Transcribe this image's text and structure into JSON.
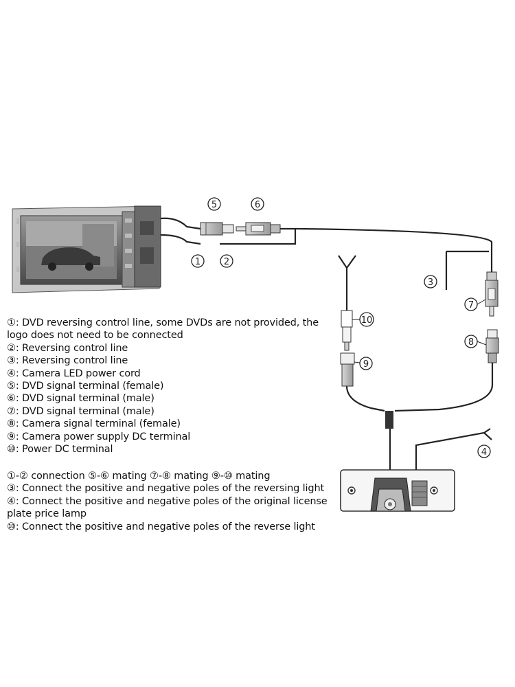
{
  "callouts": {
    "c1": "1",
    "c2": "2",
    "c3": "3",
    "c4": "4",
    "c5": "5",
    "c6": "6",
    "c7": "7",
    "c8": "8",
    "c9": "9",
    "c10": "10"
  },
  "legend": [
    "①: DVD reversing control line, some DVDs are not provided, the logo does not need to be connected",
    "②: Reversing control line",
    "③: Reversing control line",
    "④: Camera LED power cord",
    "⑤: DVD signal terminal (female)",
    "⑥: DVD signal terminal (male)",
    "⑦: DVD signal terminal (male)",
    "⑧: Camera signal terminal (female)",
    "⑨: Camera power supply DC terminal",
    "⑩: Power DC terminal"
  ],
  "notes": [
    "①-② connection ⑤-⑥ mating ⑦-⑧ mating ⑨-⑩ mating",
    "③: Connect the positive and negative poles of the reversing light",
    "④: Connect the positive and negative poles of the original license plate price lamp",
    "⑩: Connect the positive and negative poles of the reverse light"
  ]
}
